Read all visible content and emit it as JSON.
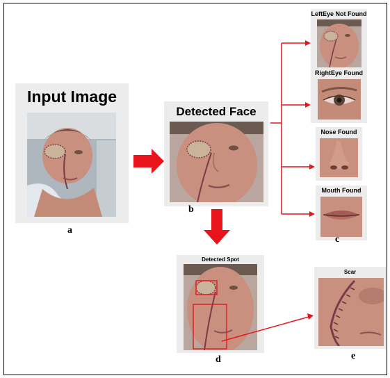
{
  "panels": {
    "input": {
      "title": "Input Image",
      "caption": "a"
    },
    "detected_face": {
      "title": "Detected Face",
      "caption": "b"
    },
    "left_eye": {
      "title": "LeftEye Not Found"
    },
    "right_eye": {
      "title": "RightEye Found"
    },
    "nose": {
      "title": "Nose Found"
    },
    "mouth": {
      "title": "Mouth Found"
    },
    "features_caption": "c",
    "detected_spot": {
      "title": "Detected Spot",
      "caption": "d"
    },
    "scar": {
      "title": "Scar",
      "caption": "e"
    }
  },
  "colors": {
    "arrow": "#e8141a",
    "panel_bg": "#ececec",
    "skin": "#c98f7f",
    "scar_mark": "#7a3a48",
    "detection_box": "#e02020"
  }
}
